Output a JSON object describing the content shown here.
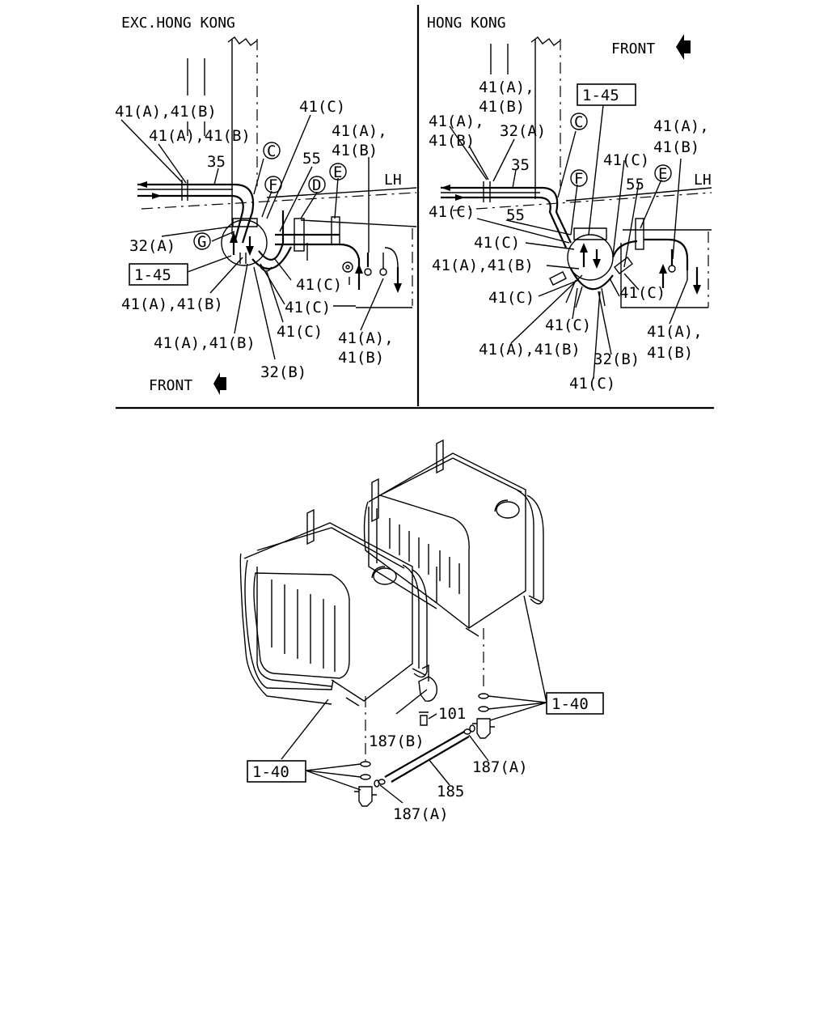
{
  "left_panel": {
    "heading": "EXC.HONG KONG",
    "lh": "LH",
    "front": "FRONT",
    "labels": {
      "l41ab_1": "41(A),41(B)",
      "l41ab_2": "41(A),41(B)",
      "l41c_top": "41(C)",
      "l41ab_r1": "41(A),",
      "l41b_r1": "41(B)",
      "l35": "35",
      "l55": "55",
      "l32a": "32(A)",
      "ref145": "1-45",
      "l41ab_3": "41(A),41(B)",
      "l41ab_4": "41(A),41(B)",
      "l41c_1": "41(C)",
      "l41c_2": "41(C)",
      "l41c_3": "41(C)",
      "l41a_r2": "41(A),",
      "l41b_r2": "41(B)",
      "l32b": "32(B)"
    },
    "circles": [
      "C",
      "F",
      "D",
      "E",
      "G"
    ]
  },
  "right_panel": {
    "heading": "HONG KONG",
    "lh": "LH",
    "front": "FRONT",
    "labels": {
      "l41a_t": "41(A),",
      "l41b_t": "41(B)",
      "ref145": "1-45",
      "l41a_l": "41(A),",
      "l41b_l": "41(B)",
      "l32a": "32(A)",
      "l35": "35",
      "l41a_r": "41(A),",
      "l41b_r": "41(B)",
      "l41c_r1": "41(C)",
      "l55_r": "55",
      "l41c_l1": "41(C)",
      "l55_l": "55",
      "l41c_l2": "41(C)",
      "l41ab_m": "41(A),41(B)",
      "l41c_m": "41(C)",
      "l41c_r2": "41(C)",
      "l41c_b1": "41(C)",
      "l41ab_b": "41(A),41(B)",
      "l32b": "32(B)",
      "l41c_b2": "41(C)",
      "l41a_br": "41(A),",
      "l41b_br": "41(B)"
    },
    "circles": [
      "C",
      "F",
      "E"
    ]
  },
  "bottom": {
    "ref140_r": "1-40",
    "ref140_l": "1-40",
    "l101": "101",
    "l187b": "187(B)",
    "l187a_r": "187(A)",
    "l185": "185",
    "l187a_b": "187(A)"
  }
}
